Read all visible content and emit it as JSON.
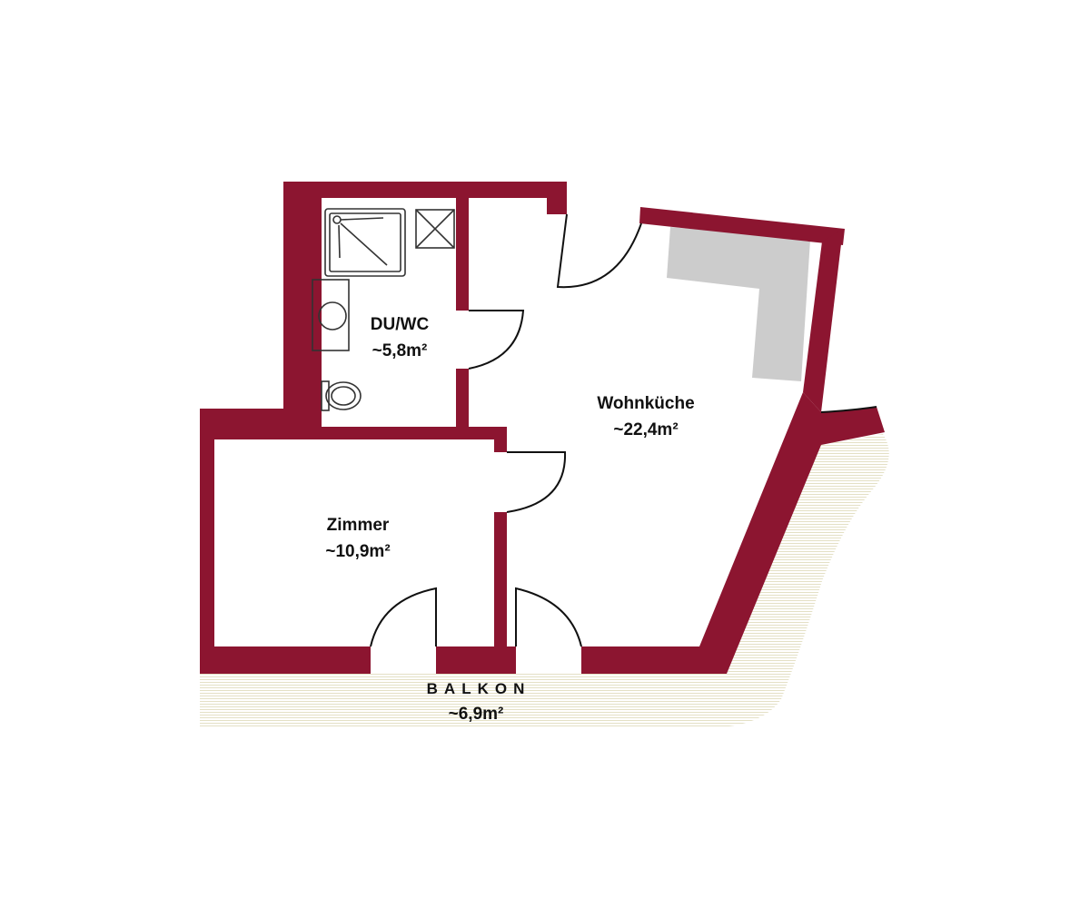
{
  "colors": {
    "wall": "#8c1530",
    "kitchen_counter": "#cccccc",
    "balcony_hatch": "#ddd8b6",
    "background": "#ffffff",
    "text": "#111111"
  },
  "rooms": {
    "bath": {
      "name": "DU/WC",
      "area": "~5,8m²"
    },
    "kitchen": {
      "name": "Wohnküche",
      "area": "~22,4m²"
    },
    "room": {
      "name": "Zimmer",
      "area": "~10,9m²"
    },
    "balcony": {
      "name": "BALKON",
      "area": "~6,9m²"
    }
  }
}
